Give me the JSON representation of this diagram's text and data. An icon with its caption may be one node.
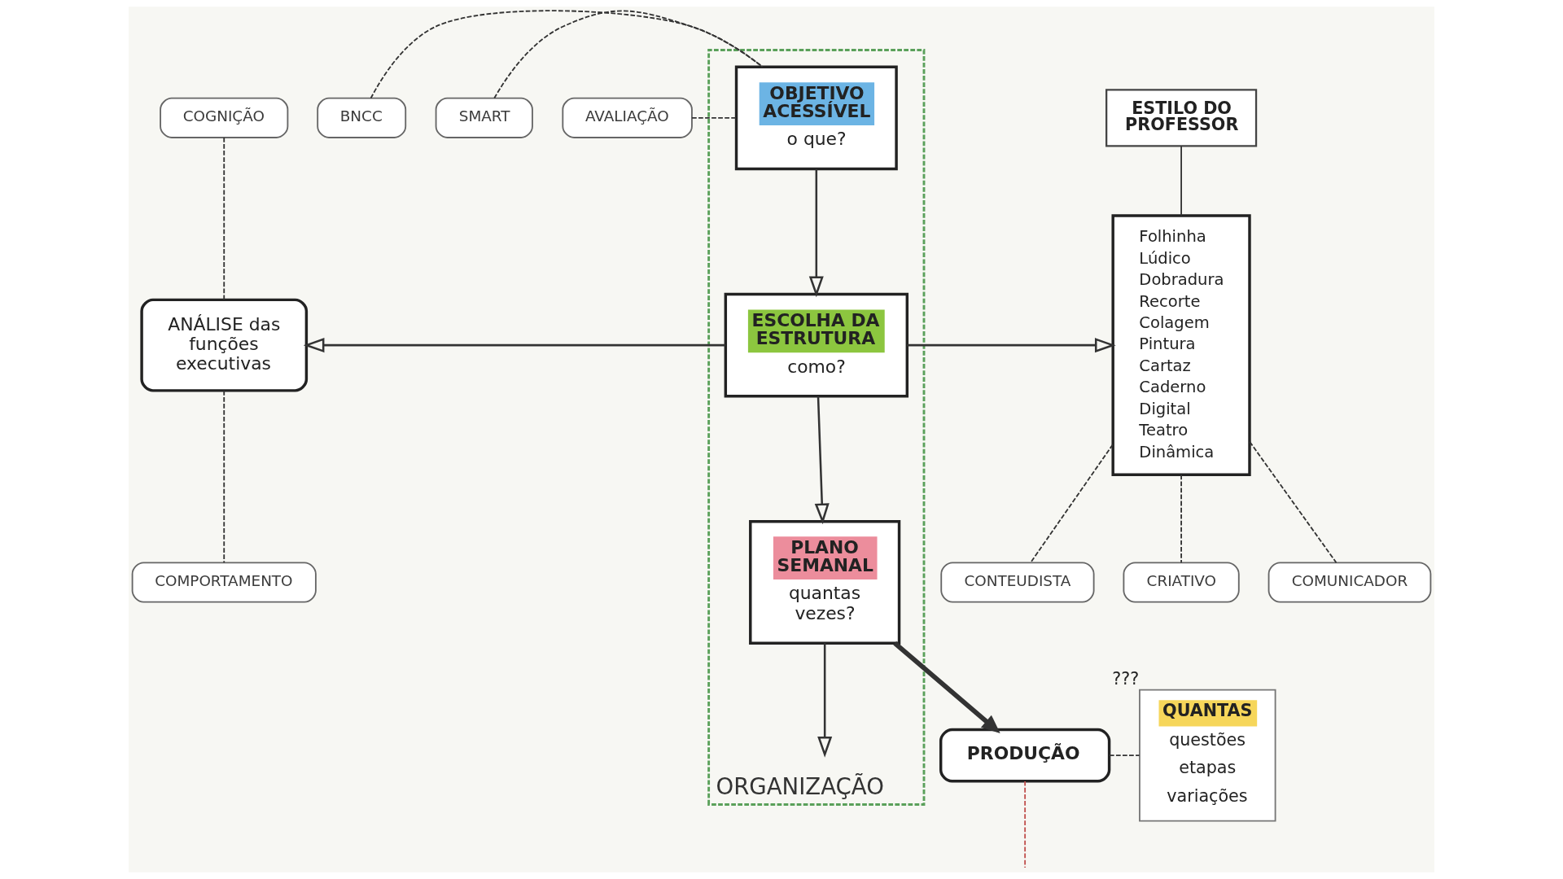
{
  "diagram": {
    "nodes": [
      {
        "text": [
          "BNCC"
        ]
      },
      {
        "text": [
          "SMART"
        ]
      },
      {
        "text": [
          "AVALIAÇÃO"
        ]
      },
      {
        "text": [
          "ORGANIZAÇÃO"
        ]
      },
      {
        "text": [
          "OBJETIVO ACESSÍVEL",
          "o que?"
        ],
        "in": 3
      },
      {
        "text": [
          "ESTILO DO PROFESSOR"
        ]
      },
      {
        "text": [
          "Folhinha",
          "Lúdico",
          "Dobradura",
          "Recorte",
          "Colagem",
          "Pintura",
          "Cartaz",
          "Caderno",
          "Digital",
          "Teatro",
          "Dinâmica"
        ]
      },
      {
        "text": [
          "CONTEUDISTA"
        ]
      },
      {
        "text": [
          "CRIATIVO"
        ]
      },
      {
        "text": [
          "COGNIÇÃO"
        ]
      },
      {
        "text": [
          "ANÁLISE das funções executivas"
        ]
      },
      {
        "text": [
          "ESCOLHA DA ESTRUTURA",
          "como?"
        ],
        "in": 3
      },
      {
        "text": [
          "COMUNICADOR"
        ]
      },
      {
        "text": [
          "COMPORTAMENTO"
        ]
      },
      {
        "text": [
          "PLANO SEMANAL",
          "quantas vezes?"
        ],
        "in": 3
      },
      {
        "text": [
          "PRODUÇÃO"
        ]
      },
      {
        "text": [
          "QUANTAS",
          "questões",
          "etapas",
          "variações"
        ],
        "beside": [
          "???"
        ]
      }
    ],
    "edges": [
      {
        "from": 0,
        "to": 4,
        "arrow": "none",
        "style": "dashed"
      },
      {
        "from": 1,
        "to": 4,
        "arrow": "none",
        "style": "dashed"
      },
      {
        "from": 2,
        "to": 4,
        "arrow": "none",
        "style": "dashed"
      },
      {
        "from": 4,
        "to": 11,
        "arrow": "to"
      },
      {
        "from": 5,
        "to": 6,
        "arrow": "none"
      },
      {
        "from": 6,
        "to": 7,
        "arrow": "none",
        "style": "dashed"
      },
      {
        "from": 6,
        "to": 8,
        "arrow": "none",
        "style": "dashed"
      },
      {
        "from": 6,
        "to": 12,
        "arrow": "none",
        "style": "dashed"
      },
      {
        "from": 11,
        "to": 10,
        "arrow": "to"
      },
      {
        "from": 11,
        "to": 6,
        "arrow": "to"
      },
      {
        "from": 9,
        "to": 10,
        "arrow": "none",
        "style": "dashed"
      },
      {
        "from": 10,
        "to": 13,
        "arrow": "none",
        "style": "dashed"
      },
      {
        "from": 11,
        "to": 14,
        "arrow": "to"
      },
      {
        "from": 14,
        "to": 15,
        "arrow": "to",
        "style": "thick"
      },
      {
        "from": 15,
        "to": 16,
        "arrow": "none",
        "style": "dashed"
      },
      {
        "from": 14,
        "to": null,
        "arrow": "to"
      },
      {
        "from": 15,
        "to": null,
        "arrow": "none",
        "style": "dashed",
        "color": "#c0504d"
      }
    ]
  }
}
